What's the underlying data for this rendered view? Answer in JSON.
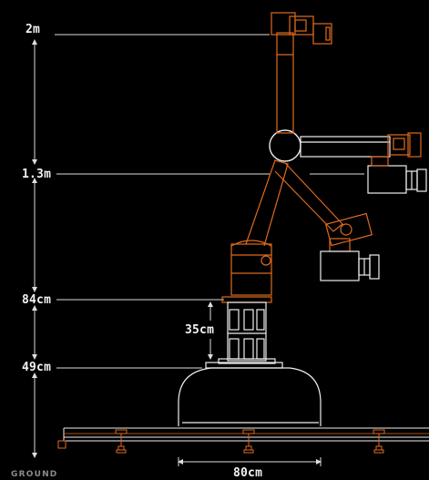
{
  "labels": {
    "h_2m": "2m",
    "h_1_3m": "1.3m",
    "h_84cm": "84cm",
    "h_49cm": "49cm",
    "h_35cm": "35cm",
    "w_80cm": "80cm",
    "ground": "GROUND"
  },
  "colors": {
    "background": "#000000",
    "accent_orange": "#e06a1e",
    "outline_white": "#eeeeee",
    "text": "#f2f2f2",
    "muted": "#8a8a8a"
  }
}
